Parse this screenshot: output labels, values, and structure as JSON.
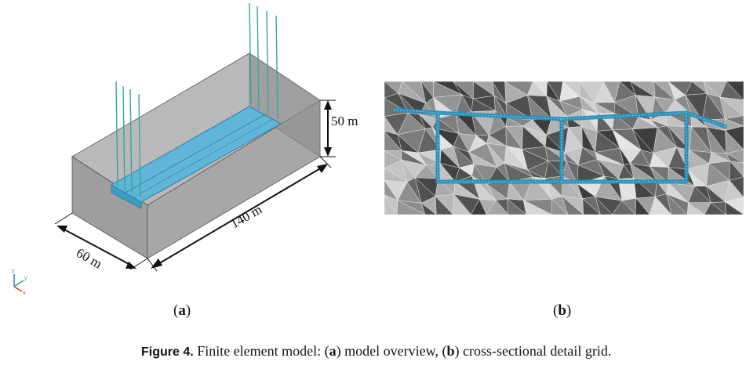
{
  "panel_a": {
    "label_open": "(",
    "label_letter": "a",
    "label_close": ")",
    "dimensions": {
      "height": "50 m",
      "length": "140 m",
      "width": "60 m"
    },
    "axes": {
      "z": "z",
      "y": "y",
      "x": "x"
    },
    "colors": {
      "soil": "#a9a9a9",
      "soil_top": "#c4c4c4",
      "soil_side": "#8f8f8f",
      "tunnel": "#5fb6d8",
      "piles": "#3aa3a3"
    }
  },
  "panel_b": {
    "label_open": "(",
    "label_letter": "b",
    "label_close": ")",
    "colors": {
      "mesh_dark": "#3c3c3c",
      "mesh_light": "#cfcfcf",
      "structure": "#2a8fb8"
    }
  },
  "caption": {
    "figure": "Figure 4.",
    "text_1": " Finite element model: (",
    "a": "a",
    "text_2": ") model overview, (",
    "b": "b",
    "text_3": ") cross-sectional detail grid."
  }
}
